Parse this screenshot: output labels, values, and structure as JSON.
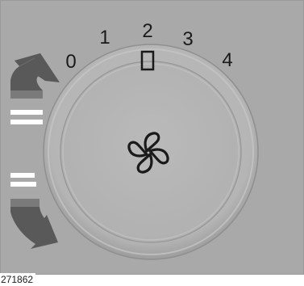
{
  "dial": {
    "positions": [
      "0",
      "1",
      "2",
      "3",
      "4"
    ],
    "selected_position": "2",
    "center_icon": "fan-icon",
    "increase_arrow_icon": "arrow-up-icon",
    "decrease_arrow_icon": "arrow-down-icon"
  },
  "figure_ref": "271862",
  "colors": {
    "panel": "#a9a9a9",
    "arrow": "#595959",
    "text": "#1a1a1a"
  }
}
